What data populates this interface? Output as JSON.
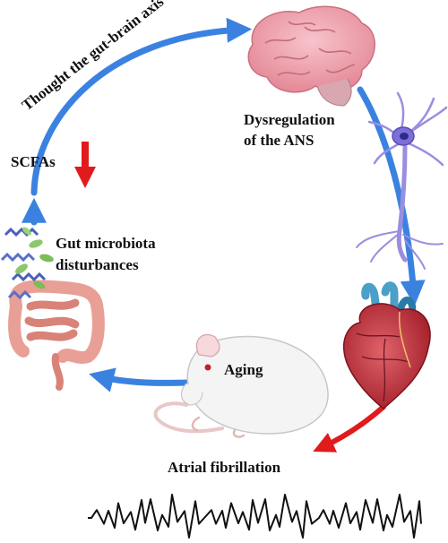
{
  "labels": {
    "axis": "Thought the gut-brain axis",
    "ans_line1": "Dysregulation",
    "ans_line2": "of the ANS",
    "scfas": "SCFAs",
    "gut_line1": "Gut microbiota",
    "gut_line2": "disturbances",
    "aging": "Aging",
    "af": "Atrial fibrillation"
  },
  "icons": {
    "brain": "brain-icon",
    "neuron": "neuron-icon",
    "heart": "heart-icon",
    "rat": "rat-icon",
    "intestine": "intestine-icon",
    "bacteria": "bacteria-icon",
    "ecg": "ecg-trace-icon"
  },
  "colors": {
    "cycle_arrow": "#3b82e0",
    "highlight_arrow": "#e11b1b",
    "text": "#111111"
  },
  "trend": {
    "scfas": "decrease"
  }
}
